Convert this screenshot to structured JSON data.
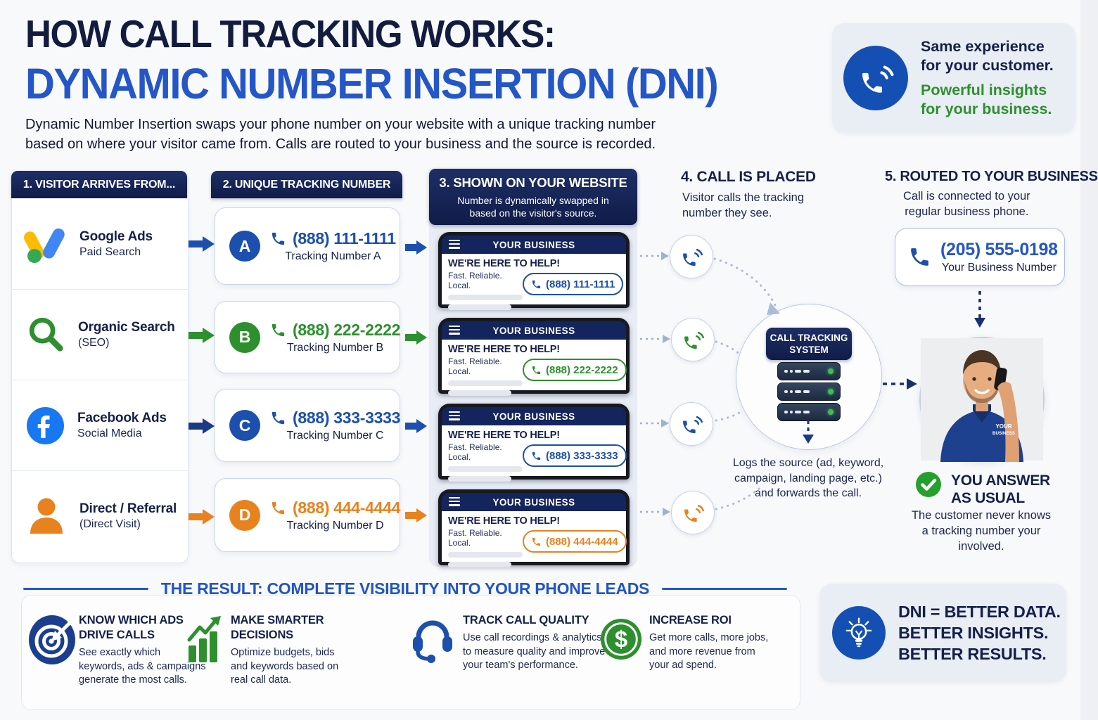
{
  "colors": {
    "navy": "#14204a",
    "navy_bar": "#101c49",
    "blue": "#2456c7",
    "blue_deep": "#1d4fae",
    "green": "#2e8f2e",
    "orange": "#e8821e",
    "panel": "#e9edf4"
  },
  "header": {
    "title_line1": "HOW CALL TRACKING WORKS:",
    "title_line2": "DYNAMIC NUMBER INSERTION (DNI)",
    "subtitle_line1": "Dynamic Number Insertion swaps your phone number on your website with a unique tracking number",
    "subtitle_line2": "based on where your visitor came from. Calls are routed to your business and the source is recorded."
  },
  "experience_box": {
    "customer_line1": "Same experience",
    "customer_line2": "for your customer.",
    "business_line1": "Powerful insights",
    "business_line2": "for your business."
  },
  "sources": {
    "header": "1. VISITOR ARRIVES FROM...",
    "items": [
      {
        "name": "Google Ads",
        "sub": "Paid Search"
      },
      {
        "name": "Organic Search",
        "sub": "(SEO)"
      },
      {
        "name": "Facebook Ads",
        "sub": "Social Media"
      },
      {
        "name": "Direct / Referral",
        "sub": "(Direct Visit)"
      }
    ]
  },
  "tracking": {
    "header": "2. UNIQUE TRACKING NUMBER",
    "items": [
      {
        "letter": "A",
        "number": "(888) 111-1111",
        "label": "Tracking Number A",
        "color": "#1d4fae"
      },
      {
        "letter": "B",
        "number": "(888) 222-2222",
        "label": "Tracking Number B",
        "color": "#2e8f2e"
      },
      {
        "letter": "C",
        "number": "(888) 333-3333",
        "label": "Tracking Number C",
        "color": "#1d4fae"
      },
      {
        "letter": "D",
        "number": "(888) 444-4444",
        "label": "Tracking Number D",
        "color": "#e8821e"
      }
    ]
  },
  "website": {
    "header": "3. SHOWN ON YOUR WEBSITE",
    "subheader_line1": "Number is dynamically swapped in",
    "subheader_line2": "based on the visitor's source.",
    "nav_title": "YOUR BUSINESS",
    "headline": "WE'RE HERE TO HELP!",
    "tagline": "Fast. Reliable. Local.",
    "phones": [
      {
        "number": "(888) 111-1111",
        "color": "#1d4fae"
      },
      {
        "number": "(888) 222-2222",
        "color": "#2e8f2e"
      },
      {
        "number": "(888) 333-3333",
        "color": "#1d4fae"
      },
      {
        "number": "(888) 444-4444",
        "color": "#e8821e"
      }
    ]
  },
  "call_placed": {
    "header": "4. CALL IS PLACED",
    "desc_line1": "Visitor calls the tracking",
    "desc_line2": "number they see."
  },
  "tracking_system": {
    "label_line1": "CALL TRACKING",
    "label_line2": "SYSTEM",
    "caption": "Logs the source (ad, keyword, campaign, landing page, etc.) and forwards the call."
  },
  "routed": {
    "header": "5. ROUTED TO YOUR BUSINESS",
    "desc_line1": "Call is connected to your",
    "desc_line2": "regular business phone.",
    "business_number": "(205) 555-0198",
    "business_number_label": "Your Business Number",
    "shirt_text_line1": "YOUR",
    "shirt_text_line2": "BUSINESS",
    "answer_title_line1": "YOU ANSWER",
    "answer_title_line2": "AS USUAL",
    "answer_desc": "The customer never knows a tracking number your involved."
  },
  "result": {
    "title": "THE RESULT: COMPLETE VISIBILITY INTO YOUR PHONE LEADS",
    "benefits": [
      {
        "title": "KNOW WHICH ADS DRIVE CALLS",
        "desc": "See exactly which keywords, ads & campaigns generate the most calls."
      },
      {
        "title": "MAKE SMARTER DECISIONS",
        "desc": "Optimize budgets, bids and keywords based on real call data."
      },
      {
        "title": "TRACK CALL QUALITY",
        "desc": "Use call recordings & analytics to measure quality and improve your team's performance."
      },
      {
        "title": "INCREASE ROI",
        "desc": "Get more calls, more jobs, and more revenue from your ad spend."
      }
    ]
  },
  "dni_box": {
    "line1": "DNI = BETTER DATA.",
    "line2": "BETTER INSIGHTS.",
    "line3": "BETTER RESULTS."
  }
}
